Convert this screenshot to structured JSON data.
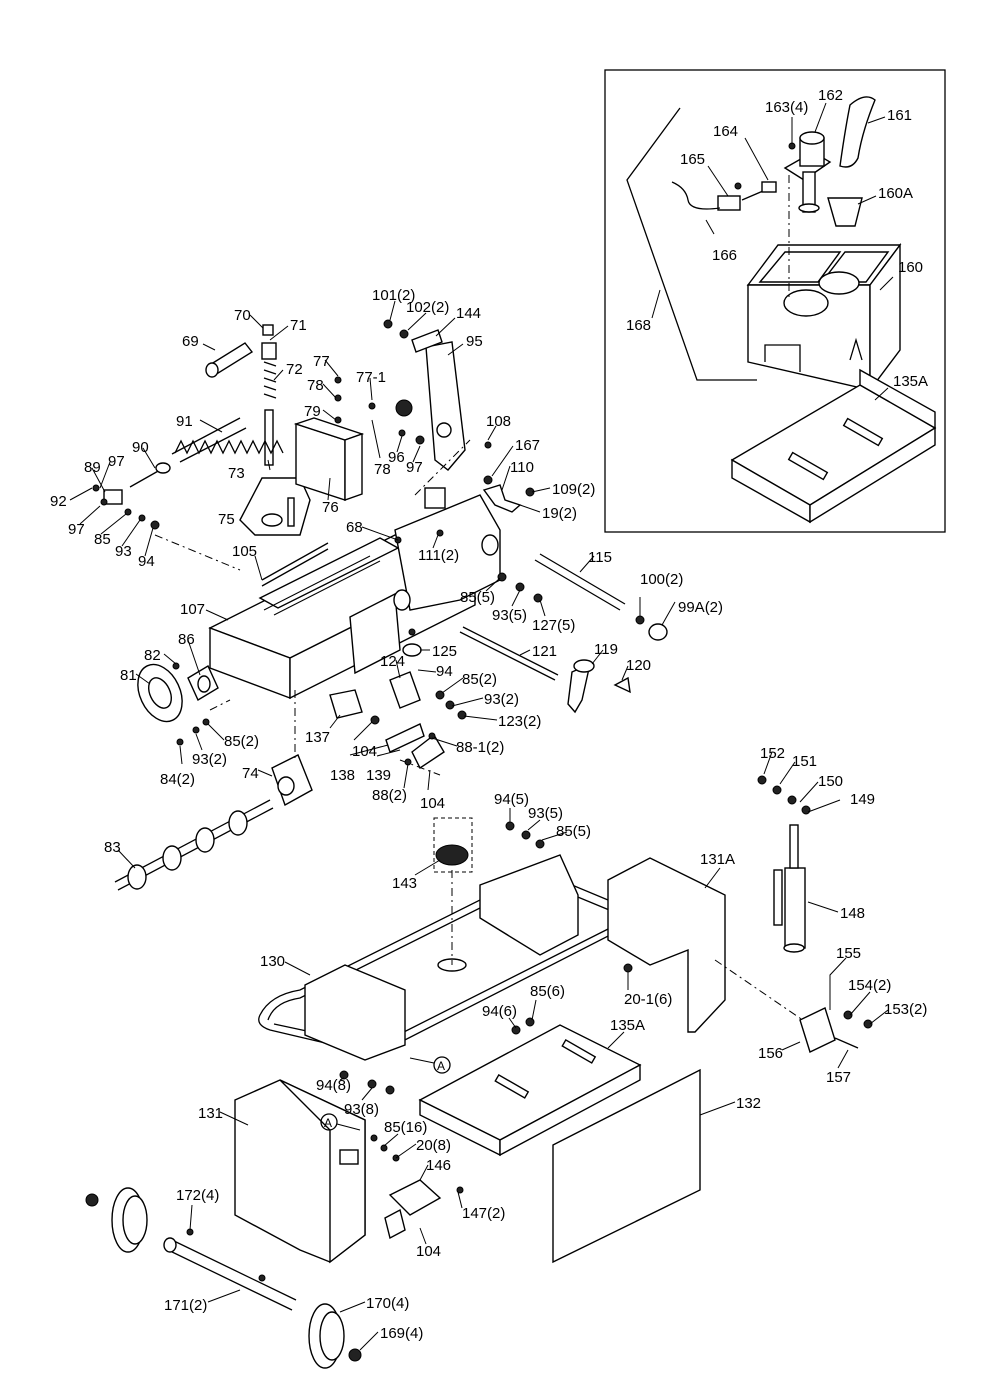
{
  "labels": {
    "l_163_4": "163(4)",
    "l_162": "162",
    "l_161": "161",
    "l_164": "164",
    "l_165": "165",
    "l_160A": "160A",
    "l_166": "166",
    "l_160": "160",
    "l_168": "168",
    "l_135A_inset": "135A",
    "l_70": "70",
    "l_71": "71",
    "l_69": "69",
    "l_101_2": "101(2)",
    "l_102_2": "102(2)",
    "l_144": "144",
    "l_95": "95",
    "l_77": "77",
    "l_77_1": "77-1",
    "l_72": "72",
    "l_78a": "78",
    "l_79": "79",
    "l_91": "91",
    "l_108": "108",
    "l_167": "167",
    "l_96": "96",
    "l_97a": "97",
    "l_78b": "78",
    "l_110": "110",
    "l_90": "90",
    "l_109_2": "109(2)",
    "l_97b": "97",
    "l_89": "89",
    "l_73": "73",
    "l_76": "76",
    "l_19_2": "19(2)",
    "l_92": "92",
    "l_97c": "97",
    "l_75": "75",
    "l_68": "68",
    "l_85": "85",
    "l_93": "93",
    "l_94": "94",
    "l_111_2": "111(2)",
    "l_105": "105",
    "l_115": "115",
    "l_100_2": "100(2)",
    "l_85_5": "85(5)",
    "l_99A_2": "99A(2)",
    "l_93_5": "93(5)",
    "l_107": "107",
    "l_127_5": "127(5)",
    "l_86": "86",
    "l_125": "125",
    "l_121": "121",
    "l_119": "119",
    "l_82": "82",
    "l_120": "120",
    "l_124": "124",
    "l_94b": "94",
    "l_81": "81",
    "l_85_2a": "85(2)",
    "l_93_2a": "93(2)",
    "l_123_2": "123(2)",
    "l_137": "137",
    "l_85_2b": "85(2)",
    "l_104a": "104",
    "l_88_1_2": "88-1(2)",
    "l_93_2b": "93(2)",
    "l_138": "138",
    "l_139": "139",
    "l_74": "74",
    "l_84_2": "84(2)",
    "l_88_2": "88(2)",
    "l_104b": "104",
    "l_152": "152",
    "l_151": "151",
    "l_150": "150",
    "l_149": "149",
    "l_94_5": "94(5)",
    "l_93_5b": "93(5)",
    "l_85_5b": "85(5)",
    "l_83": "83",
    "l_131A": "131A",
    "l_143": "143",
    "l_148": "148",
    "l_130": "130",
    "l_155": "155",
    "l_20_1_6": "20-1(6)",
    "l_85_6": "85(6)",
    "l_154_2": "154(2)",
    "l_94_6": "94(6)",
    "l_153_2": "153(2)",
    "l_135A": "135A",
    "l_156": "156",
    "l_157": "157",
    "l_94_8": "94(8)",
    "l_132": "132",
    "l_93_8": "93(8)",
    "l_131": "131",
    "l_85_16": "85(16)",
    "l_20_8": "20(8)",
    "l_146": "146",
    "l_172_4": "172(4)",
    "l_147_2": "147(2)",
    "l_104c": "104",
    "l_170_4": "170(4)",
    "l_171_2": "171(2)",
    "l_169_4": "169(4)",
    "l_A1": "A",
    "l_A2": "A"
  }
}
